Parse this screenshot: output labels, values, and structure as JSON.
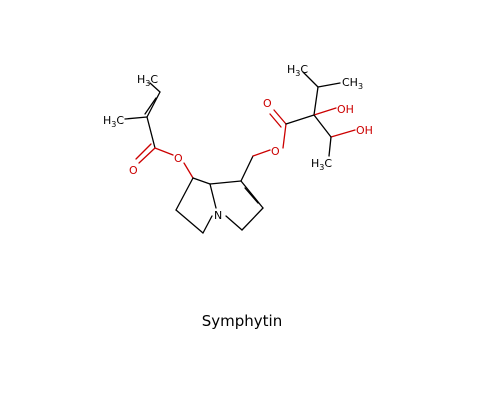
{
  "title": "Symphytin",
  "colors": {
    "carbon": "#000000",
    "oxygen": "#cc0000",
    "nitrogen": "#000000"
  },
  "atoms": {
    "ch3_top": {
      "main": "H",
      "sub": "3",
      "tail": "C"
    },
    "h3c_left": {
      "main": "H",
      "sub": "3",
      "tail": "C"
    },
    "o_carbonyl_left": "O",
    "o_ester_left": "O",
    "o_ester_right": "O",
    "o_carbonyl_right": "O",
    "oh_center": "OH",
    "oh_right": "OH",
    "h3c_iso": {
      "main": "H",
      "sub": "3",
      "tail": "C"
    },
    "ch3_iso": {
      "main": "CH",
      "sub": "3"
    },
    "h3c_bottom": {
      "main": "H",
      "sub": "3",
      "tail": "C"
    },
    "n": "N"
  }
}
